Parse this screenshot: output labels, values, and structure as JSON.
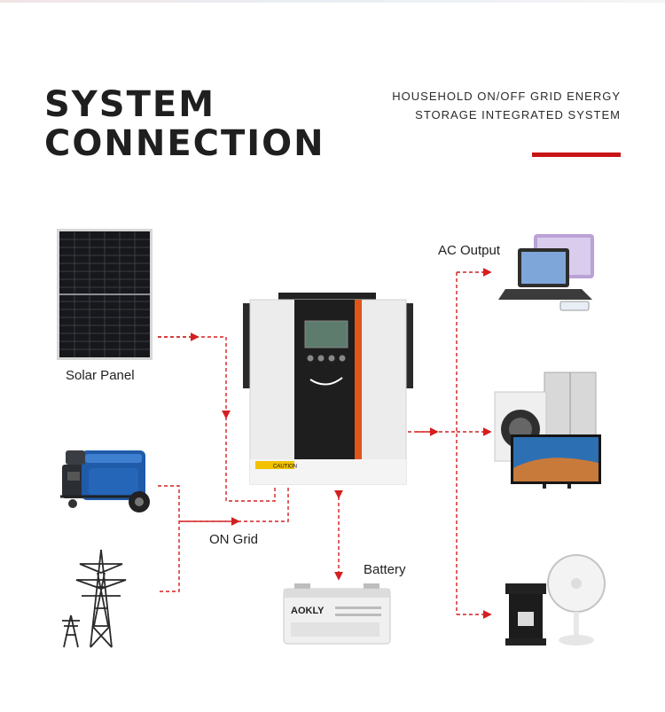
{
  "title": {
    "line1": "SYSTEM",
    "line2": "CONNECTION"
  },
  "subtitle": {
    "line1": "HOUSEHOLD ON/OFF GRID ENERGY",
    "line2": "STORAGE INTEGRATED SYSTEM"
  },
  "labels": {
    "solar_panel": "Solar Panel",
    "on_grid": "ON Grid",
    "battery": "Battery",
    "ac_output": "AC Output"
  },
  "inverter": {
    "caution_label": "CAUTION"
  },
  "battery": {
    "brand": "AOKLY"
  },
  "colors": {
    "accent": "#c81414",
    "connection_line": "#d42020",
    "inverter_panel": "#1e1e1e",
    "inverter_trim": "#e0551a"
  }
}
